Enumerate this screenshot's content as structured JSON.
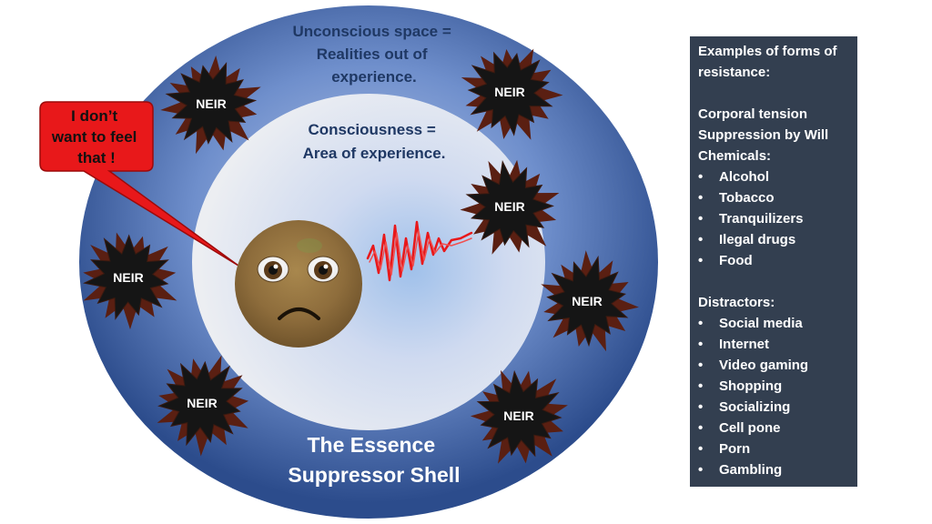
{
  "diagram": {
    "outer_label": [
      "Unconscious space =",
      "Realities out of",
      "experience."
    ],
    "inner_label": [
      "Consciousness =",
      "Area of experience."
    ],
    "shell_label": [
      "The Essence",
      "Suppressor Shell"
    ],
    "speech_bubble": [
      "I don’t",
      "want to feel",
      "that !"
    ],
    "burst_label": "NEIR",
    "colors": {
      "outer_ring": "#2e4f8f",
      "inner_circle": "#dde3ee",
      "face": "#8b6a3a",
      "bubble": "#e8181a",
      "wave": "#e8181a",
      "burst": "#151515",
      "panel": "#333f50"
    }
  },
  "panel": {
    "heading": [
      "Examples of forms of",
      "resistance:"
    ],
    "lines": [
      "Corporal tension",
      "Suppression by Will",
      "Chemicals:"
    ],
    "chemicals": [
      "Alcohol",
      "Tobacco",
      "Tranquilizers",
      "Ilegal drugs",
      "Food"
    ],
    "distractors_heading": "Distractors:",
    "distractors": [
      "Social media",
      "Internet",
      "Video gaming",
      "Shopping",
      "Socializing",
      "Cell pone",
      "Porn",
      "Gambling"
    ]
  }
}
